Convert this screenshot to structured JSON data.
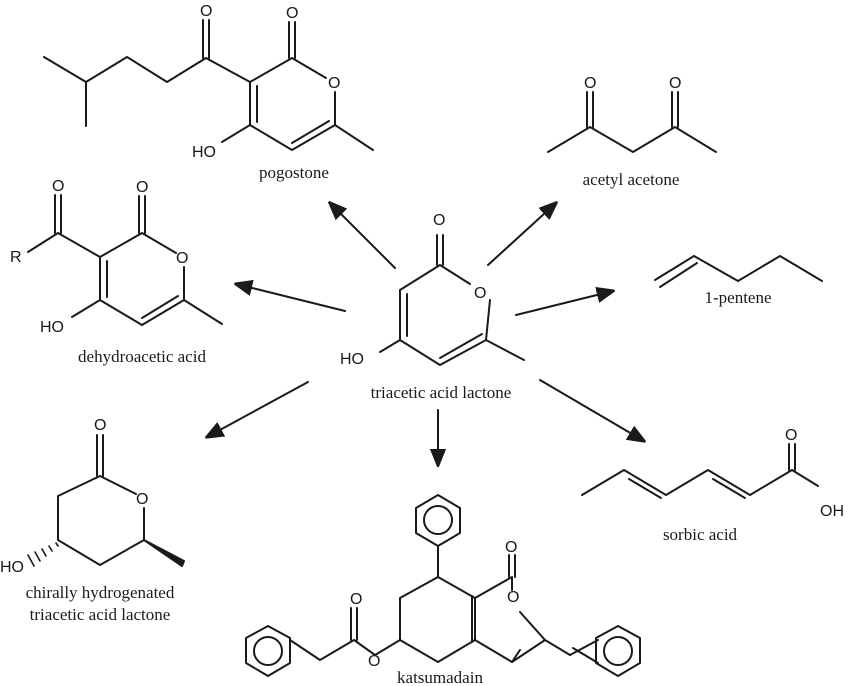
{
  "center": {
    "name": "triacetic acid lactone",
    "atoms": {
      "O_carbonyl": "O",
      "O_ring": "O",
      "OH": "HO"
    }
  },
  "products": {
    "pogostone": {
      "name": "pogostone",
      "atoms": {
        "O1": "O",
        "O2": "O",
        "O_ring": "O",
        "OH": "HO"
      }
    },
    "acetyl_acetone": {
      "name": "acetyl acetone",
      "atoms": {
        "O1": "O",
        "O2": "O"
      }
    },
    "dehydroacetic_acid": {
      "name": "dehydroacetic acid",
      "atoms": {
        "R": "R",
        "O1": "O",
        "O2": "O",
        "O_ring": "O",
        "OH": "HO"
      }
    },
    "pentene": {
      "name": "1-pentene"
    },
    "hydrogenated": {
      "name_line1": "chirally hydrogenated",
      "name_line2": "triacetic acid lactone",
      "atoms": {
        "O1": "O",
        "O_ring": "O",
        "OH": "HO"
      }
    },
    "katsumadain": {
      "name": "katsumadain",
      "atoms": {
        "O1": "O",
        "O2": "O",
        "O_ring": "O",
        "O_pyran": "O"
      }
    },
    "sorbic_acid": {
      "name": "sorbic acid",
      "atoms": {
        "O1": "O",
        "OH": "OH"
      }
    }
  },
  "colors": {
    "ink": "#1a1a1a",
    "background": "#ffffff"
  }
}
